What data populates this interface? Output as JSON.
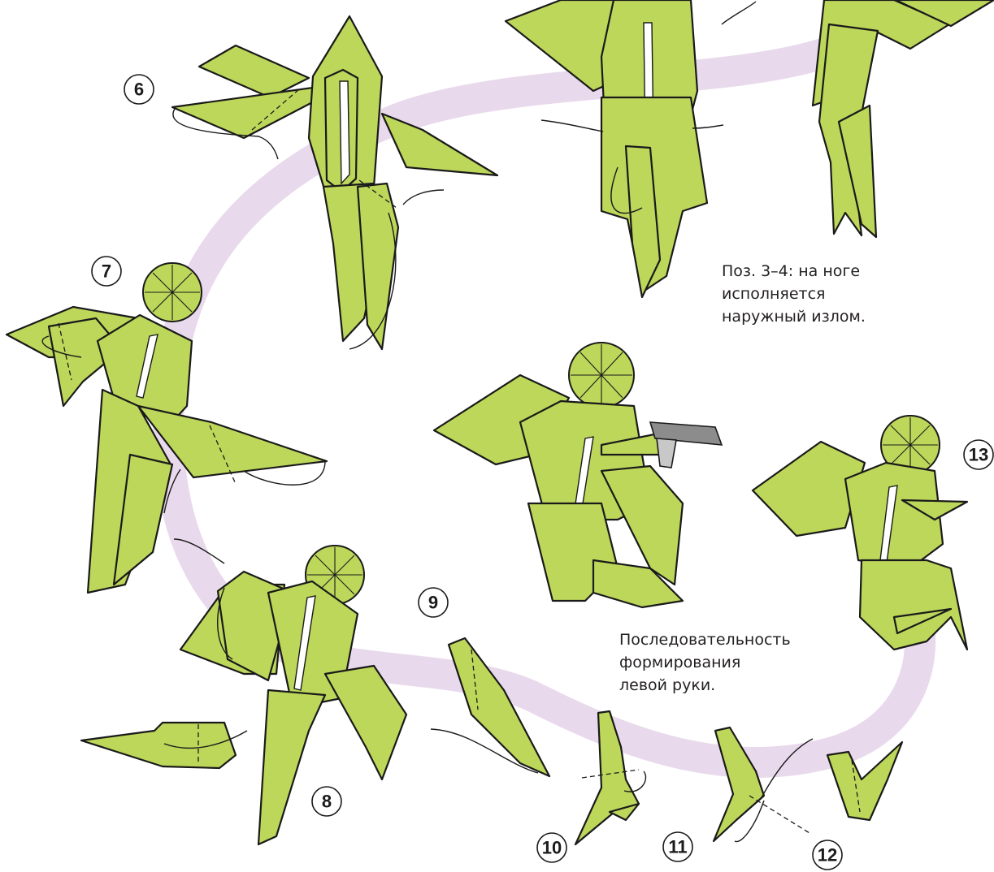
{
  "diagram": {
    "steps": [
      {
        "id": "step-6",
        "label": "6"
      },
      {
        "id": "step-7",
        "label": "7"
      },
      {
        "id": "step-8",
        "label": "8"
      },
      {
        "id": "step-9",
        "label": "9"
      },
      {
        "id": "step-10",
        "label": "10"
      },
      {
        "id": "step-11",
        "label": "11"
      },
      {
        "id": "step-12",
        "label": "12"
      },
      {
        "id": "step-13",
        "label": "13"
      }
    ],
    "notes": {
      "leg_fold": [
        "Поз. 3–4: на ноге",
        "исполняется",
        "наружный излом."
      ],
      "left_arm": [
        "Последовательность",
        "формирования",
        "левой руки."
      ]
    },
    "colors": {
      "paper": "#bcd75a",
      "outline": "#1a1a1a",
      "path_band": "#e9d9ec",
      "gun": "#8c8c8c"
    }
  }
}
